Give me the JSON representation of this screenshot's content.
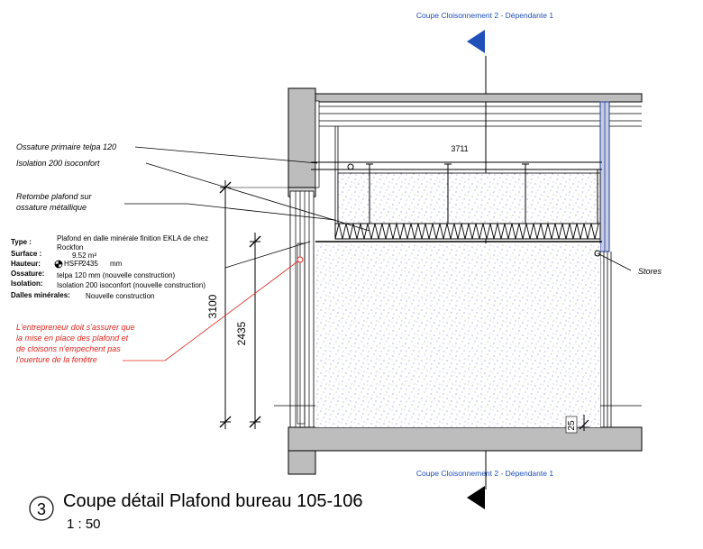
{
  "section_marks": {
    "top": "Coupe Cloisonnement 2 - Dépendante 1",
    "bottom": "Coupe Cloisonnement 2 - Dépendante 1",
    "color": "#1f4fb8"
  },
  "annotations": {
    "ossature_primaire": "Ossature primaire telpa 120",
    "isolation": "Isolation 200 isoconfort",
    "retombe_line1": "Retombe plafond sur",
    "retombe_line2": "ossature métallique",
    "stores": "Stores"
  },
  "properties": {
    "type_label": "Type :",
    "type_value_line1": "Plafond en dalle minérale finition EKLA de chez",
    "type_value_line2": "Rockfon",
    "surface_label": "Surface :",
    "surface_value": "9.52 m²",
    "hauteur_label": "Hauteur:",
    "hauteur_tag": "HSFP",
    "hauteur_value": "2435",
    "hauteur_unit": "mm",
    "ossature_label": "Ossature:",
    "ossature_value": "telpa 120 mm (nouvelle construction)",
    "isolation_label": "Isolation:",
    "isolation_value": "Isolation 200 isoconfort (nouvelle construction)",
    "dalles_label": "Dalles minérales:",
    "dalles_value": "Nouvelle construction"
  },
  "warning": {
    "line1": "L'entrepreneur doit s'assurer que",
    "line2": "la mise en place des plafond et",
    "line3": "de cloisons n'empechent pas",
    "line4": "l'ouerture de la fenêtre",
    "color": "#e0261e"
  },
  "dimensions": {
    "width": "3711",
    "height_total": "3100",
    "height_ceiling": "2435",
    "small": "25"
  },
  "title_block": {
    "number": "3",
    "title": "Coupe détail Plafond bureau 105-106",
    "scale": "1 : 50"
  }
}
